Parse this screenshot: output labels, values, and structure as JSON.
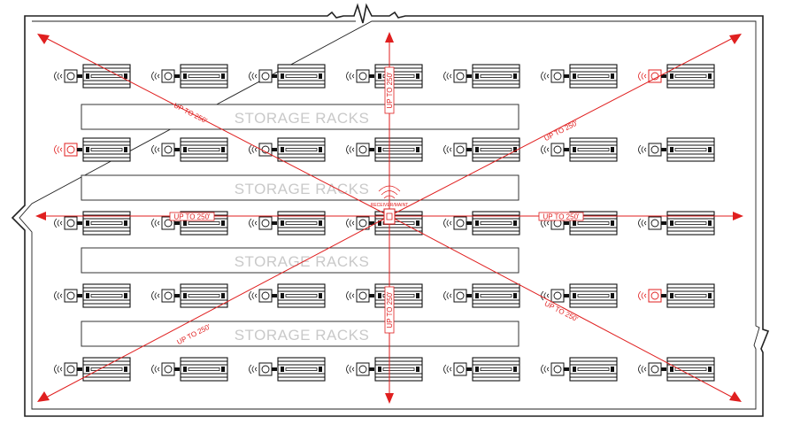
{
  "diagram": {
    "rack_label": "STORAGE RACKS",
    "range_label": "UP TO 250'",
    "receiver_label": "RECEIVER/MAINT",
    "colors": {
      "range": "#e01f1f",
      "rack_text": "#c9c9c9",
      "line": "#111111"
    },
    "fixture_rows": 5,
    "fixture_columns": 7,
    "highlighted_sensors": [
      {
        "row": 1,
        "col": 7
      },
      {
        "row": 2,
        "col": 1
      },
      {
        "row": 4,
        "col": 7
      }
    ],
    "rack_bands": 4
  }
}
